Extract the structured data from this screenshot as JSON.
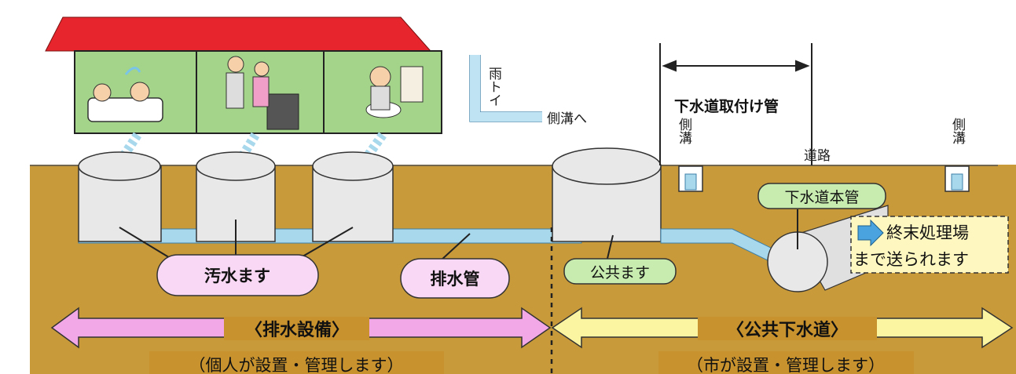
{
  "labels": {
    "rain_gutter": "雨トイ",
    "to_side_ditch": "側溝へ",
    "connection_pipe": "下水道取付け管",
    "side_ditch": "側溝",
    "road": "道路",
    "main_sewer": "下水道本管",
    "sewage_basin": "汚水ます",
    "drain_pipe": "排水管",
    "public_basin": "公共ます",
    "treatment_line1": "終末処理場",
    "treatment_line2": "まで送られます",
    "drainage_facility": "〈排水設備〉",
    "public_sewer": "〈公共下水道〉",
    "individual_note": "（個人が設置・管理します）",
    "city_note": "（市が設置・管理します）"
  },
  "colors": {
    "roof": "#e6262c",
    "wall": "#a3d48a",
    "ground": "#c89a3a",
    "ground_dark": "#a87822",
    "pipe": "#a8d8ec",
    "basin": "#e8e8e8",
    "pink_label": "#f8d8f4",
    "green_label": "#c8ecb0",
    "yellow_box": "#fff7c0",
    "pink_arrow": "#f2a8e6",
    "yellow_arrow": "#fbf4a0",
    "note_bg": "#c8922e"
  }
}
